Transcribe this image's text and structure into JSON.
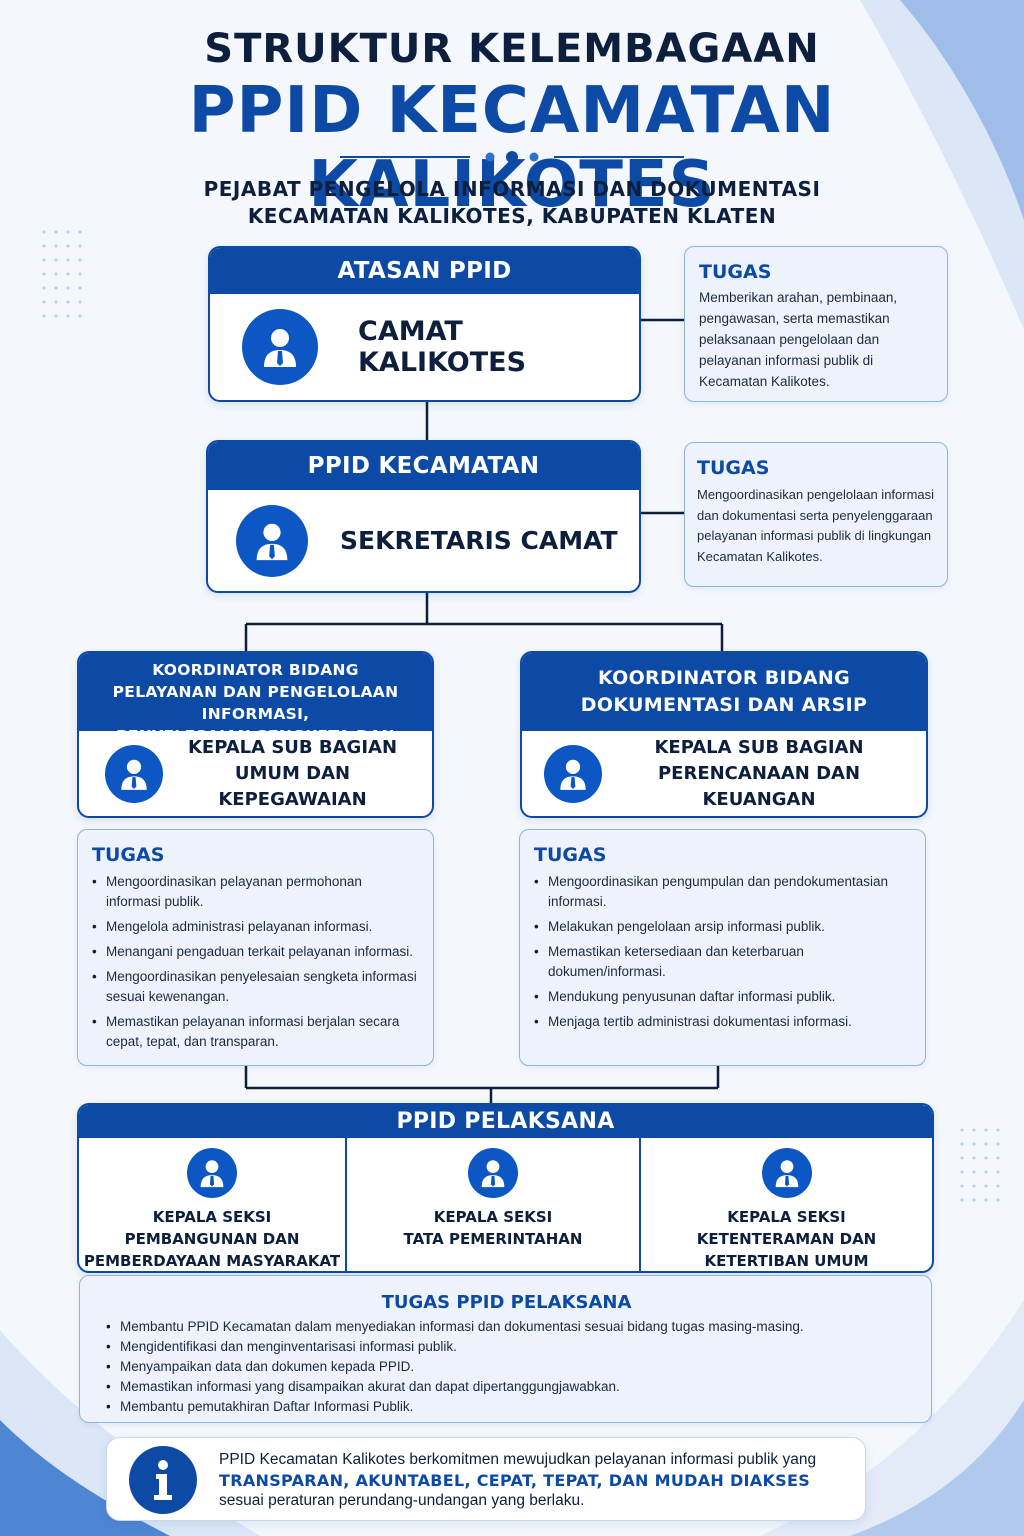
{
  "title": {
    "line1": "STRUKTUR KELEMBAGAAN",
    "line2": "PPID KECAMATAN KALIKOTES",
    "subtitle_line1": "PEJABAT PENGELOLA INFORMASI DAN DOKUMENTASI",
    "subtitle_line2": "KECAMATAN KALIKOTES, KABUPATEN KLATEN"
  },
  "colors": {
    "primary": "#0c4aa6",
    "dark": "#0d1f3c",
    "task_bg": "#eef3fb",
    "border_light": "#8fb2e0"
  },
  "atasan": {
    "header": "ATASAN PPID",
    "name": "CAMAT KALIKOTES",
    "icon": "person-tie-icon",
    "tugas": {
      "title": "TUGAS",
      "text": "Memberikan arahan, pembinaan, pengawasan, serta memastikan pelaksanaan pengelolaan dan pelayanan informasi publik di Kecamatan Kalikotes."
    }
  },
  "ppid_kecamatan": {
    "header": "PPID KECAMATAN",
    "name": "SEKRETARIS CAMAT",
    "icon": "person-tie-icon",
    "tugas": {
      "title": "TUGAS",
      "text": "Mengoordinasikan pengelolaan informasi dan dokumentasi serta penyelenggaraan pelayanan informasi publik di lingkungan Kecamatan Kalikotes."
    }
  },
  "koordinator_pelayanan": {
    "header_lines": [
      "KOORDINATOR BIDANG",
      "PELAYANAN DAN PENGELOLAAN INFORMASI,",
      "PENYELESAIAN SENGKETA DAN PENGADUAN"
    ],
    "name_lines": [
      "KEPALA SUB BAGIAN",
      "UMUM DAN KEPEGAWAIAN"
    ],
    "tugas_title": "TUGAS",
    "tugas_items": [
      "Mengoordinasikan pelayanan permohonan informasi publik.",
      "Mengelola administrasi pelayanan informasi.",
      "Menangani pengaduan terkait pelayanan informasi.",
      "Mengoordinasikan penyelesaian sengketa informasi sesuai kewenangan.",
      "Memastikan pelayanan informasi berjalan secara cepat, tepat, dan transparan."
    ]
  },
  "koordinator_dokumentasi": {
    "header_lines": [
      "KOORDINATOR BIDANG",
      "DOKUMENTASI DAN ARSIP"
    ],
    "name_lines": [
      "KEPALA SUB BAGIAN",
      "PERENCANAAN DAN KEUANGAN"
    ],
    "tugas_title": "TUGAS",
    "tugas_items": [
      "Mengoordinasikan pengumpulan dan pendokumentasian informasi.",
      "Melakukan pengelolaan arsip informasi publik.",
      "Memastikan ketersediaan dan keterbaruan dokumen/informasi.",
      "Mendukung penyusunan daftar informasi publik.",
      "Menjaga tertib administrasi dokumentasi informasi."
    ]
  },
  "pelaksana": {
    "header": "PPID PELAKSANA",
    "members": [
      {
        "lines": [
          "KEPALA SEKSI",
          "PEMBANGUNAN DAN",
          "PEMBERDAYAAN MASYARAKAT"
        ]
      },
      {
        "lines": [
          "KEPALA SEKSI",
          "TATA PEMERINTAHAN"
        ]
      },
      {
        "lines": [
          "KEPALA SEKSI",
          "KETENTERAMAN DAN",
          "KETERTIBAN UMUM"
        ]
      }
    ],
    "tugas_title": "TUGAS PPID PELAKSANA",
    "tugas_items": [
      "Membantu PPID Kecamatan dalam menyediakan informasi dan dokumentasi sesuai bidang tugas masing-masing.",
      "Mengidentifikasi dan menginventarisasi informasi publik.",
      "Menyampaikan data dan dokumen kepada PPID.",
      "Memastikan informasi yang disampaikan akurat dan dapat dipertanggungjawabkan.",
      "Membantu pemutakhiran Daftar Informasi Publik."
    ]
  },
  "info": {
    "icon": "info-icon",
    "line1": "PPID Kecamatan Kalikotes berkomitmen mewujudkan pelayanan informasi publik yang",
    "line2": "TRANSPARAN, AKUNTABEL, CEPAT, TEPAT, DAN MUDAH DIAKSES",
    "line3": "sesuai peraturan perundang-undangan yang berlaku."
  }
}
